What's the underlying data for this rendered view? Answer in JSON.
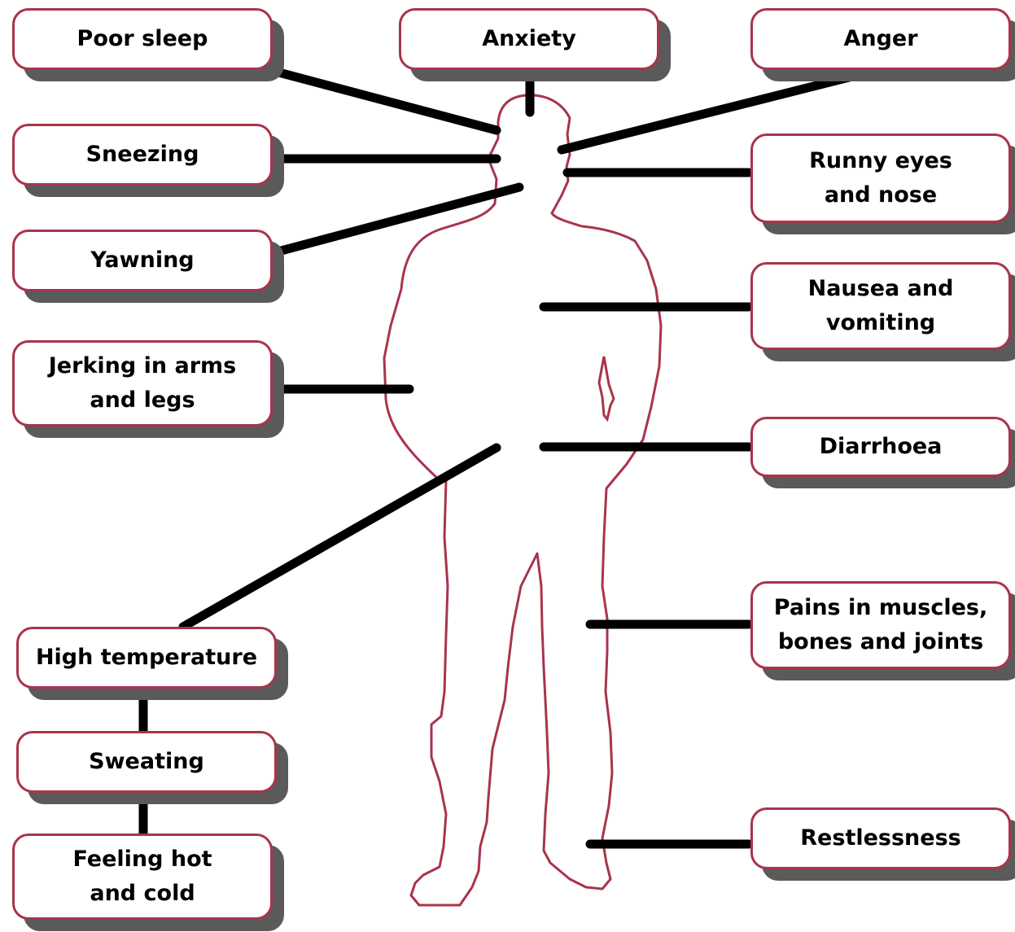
{
  "colors": {
    "outline": "#a8344c",
    "connector": "#000000",
    "shadow": "#5a5a5a"
  },
  "symptoms": {
    "poor_sleep": "Poor sleep",
    "anxiety": "Anxiety",
    "anger": "Anger",
    "sneezing": "Sneezing",
    "runny_eyes": "Runny eyes\nand nose",
    "yawning": "Yawning",
    "nausea": "Nausea and\nvomiting",
    "jerking": "Jerking in arms\nand legs",
    "diarrhoea": "Diarrhoea",
    "high_temperature": "High temperature",
    "pains": "Pains in muscles,\nbones and joints",
    "sweating": "Sweating",
    "restlessness": "Restlessness",
    "feeling_hot_cold": "Feeling hot\nand cold"
  }
}
